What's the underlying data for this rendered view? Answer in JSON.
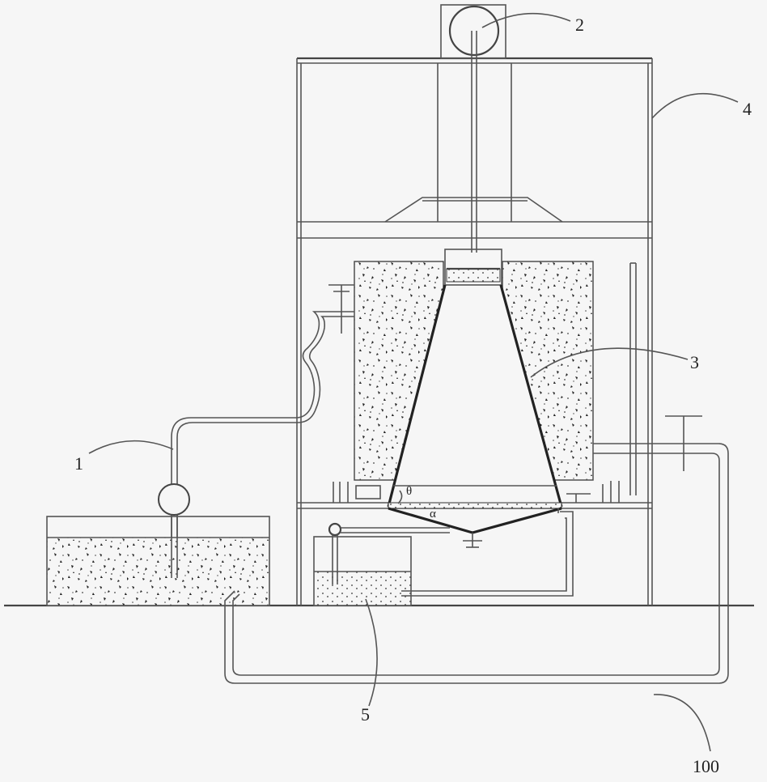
{
  "labels": {
    "feed_pump": "1",
    "motor": "2",
    "cone_vessel": "3",
    "frame": "4",
    "collection_tank": "5",
    "system": "100"
  },
  "angles": {
    "theta": "θ",
    "alpha": "α"
  },
  "colors": {
    "line": "#444444",
    "background": "#f6f6f6",
    "speckle": "#222222"
  }
}
